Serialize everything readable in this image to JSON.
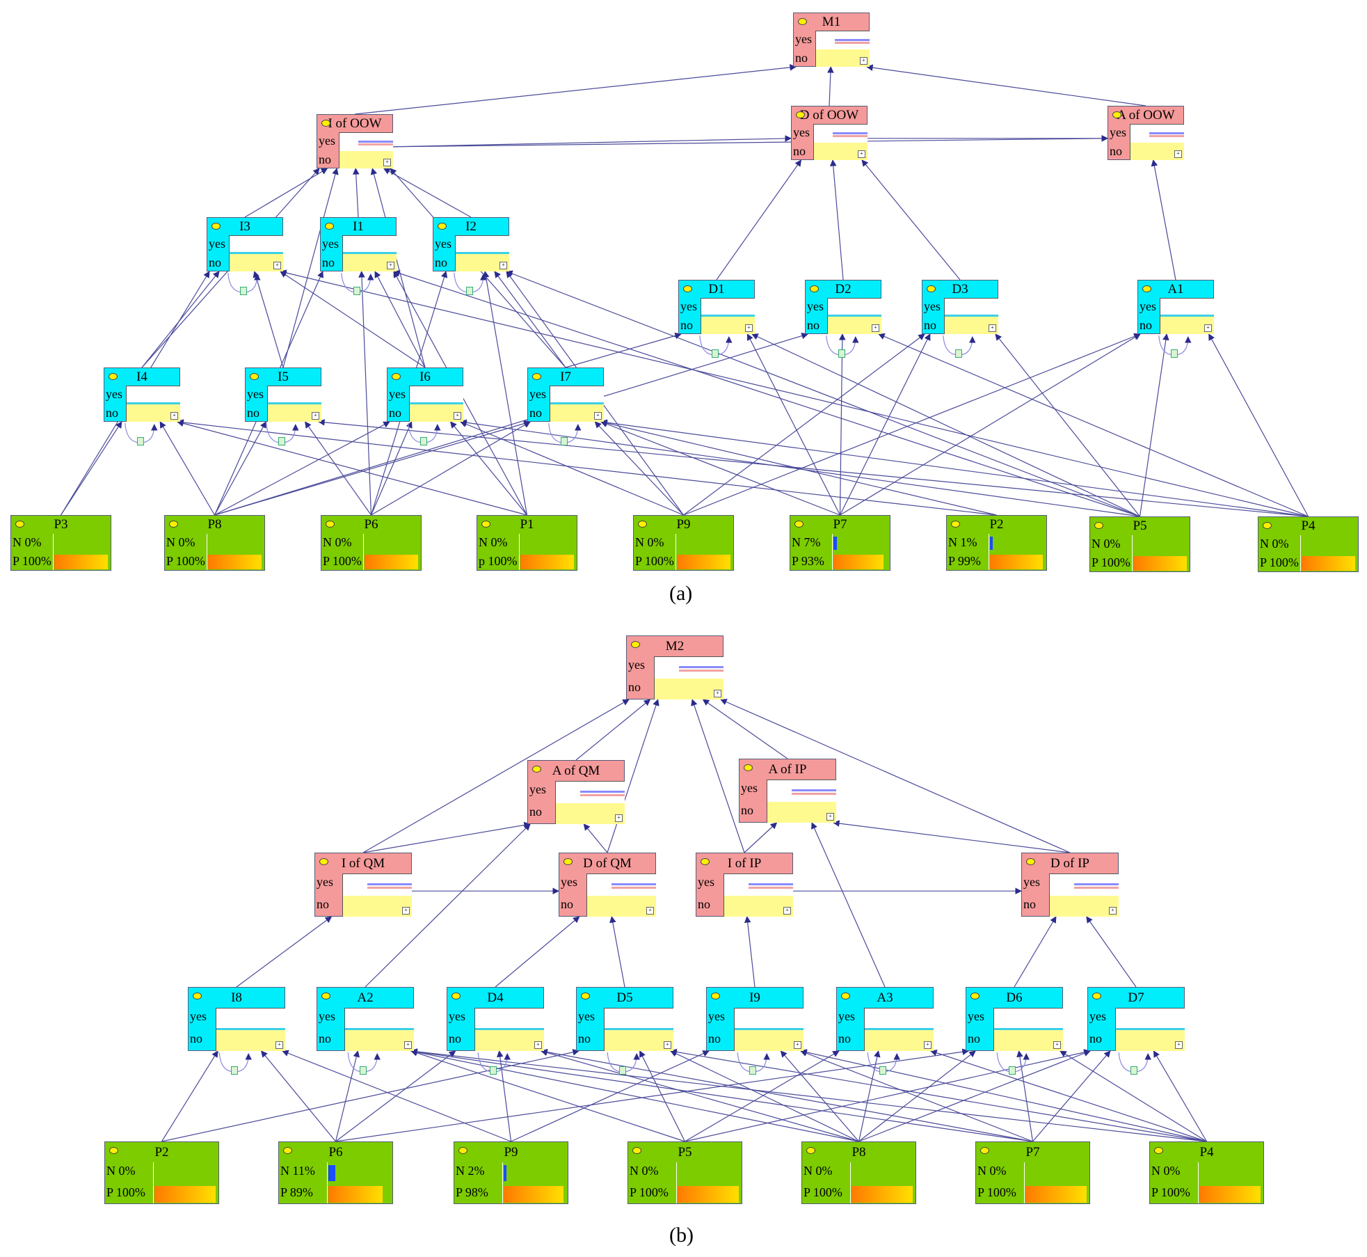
{
  "captions": {
    "a": "(a)",
    "b": "(b)"
  },
  "colors": {
    "summary": "#f49a9a",
    "indicator": "#00eefc",
    "parameter": "#7ccc00",
    "edge": "#3f3f8f"
  },
  "state_labels": {
    "yes": "yes",
    "no": "no",
    "n": "N",
    "p": "P",
    "p_lower": "p"
  },
  "nodes": [
    {
      "id": "M1",
      "label": "M1",
      "kind": "summary"
    },
    {
      "id": "IOOW",
      "label": "I of OOW",
      "kind": "summary"
    },
    {
      "id": "DOOW",
      "label": "D of OOW",
      "kind": "summary"
    },
    {
      "id": "AOOW",
      "label": "A of OOW",
      "kind": "summary"
    },
    {
      "id": "I3",
      "label": "I3",
      "kind": "indicator"
    },
    {
      "id": "I1",
      "label": "I1",
      "kind": "indicator"
    },
    {
      "id": "I2",
      "label": "I2",
      "kind": "indicator"
    },
    {
      "id": "D1",
      "label": "D1",
      "kind": "indicator"
    },
    {
      "id": "D2",
      "label": "D2",
      "kind": "indicator"
    },
    {
      "id": "D3",
      "label": "D3",
      "kind": "indicator"
    },
    {
      "id": "A1",
      "label": "A1",
      "kind": "indicator"
    },
    {
      "id": "I4",
      "label": "I4",
      "kind": "indicator"
    },
    {
      "id": "I5",
      "label": "I5",
      "kind": "indicator"
    },
    {
      "id": "I6",
      "label": "I6",
      "kind": "indicator"
    },
    {
      "id": "I7",
      "label": "I7",
      "kind": "indicator"
    },
    {
      "id": "aP3",
      "label": "P3",
      "kind": "param",
      "n": "0%",
      "p": "100%",
      "nval": 0
    },
    {
      "id": "aP8",
      "label": "P8",
      "kind": "param",
      "n": "0%",
      "p": "100%",
      "nval": 0
    },
    {
      "id": "aP6",
      "label": "P6",
      "kind": "param",
      "n": "0%",
      "p": "100%",
      "nval": 0
    },
    {
      "id": "aP1",
      "label": "P1",
      "kind": "param",
      "n": "0%",
      "p": "100%",
      "nval": 0,
      "plower": true
    },
    {
      "id": "aP9",
      "label": "P9",
      "kind": "param",
      "n": "0%",
      "p": "100%",
      "nval": 0
    },
    {
      "id": "aP7",
      "label": "P7",
      "kind": "param",
      "n": "7%",
      "p": "93%",
      "nval": 0.07
    },
    {
      "id": "aP2",
      "label": "P2",
      "kind": "param",
      "n": "1%",
      "p": "99%",
      "nval": 0.01
    },
    {
      "id": "aP5",
      "label": "P5",
      "kind": "param",
      "n": "0%",
      "p": "100%",
      "nval": 0
    },
    {
      "id": "aP4",
      "label": "P4",
      "kind": "param",
      "n": "0%",
      "p": "100%",
      "nval": 0
    },
    {
      "id": "M2",
      "label": "M2",
      "kind": "summary"
    },
    {
      "id": "AQM",
      "label": "A of QM",
      "kind": "summary"
    },
    {
      "id": "AIP",
      "label": "A of IP",
      "kind": "summary"
    },
    {
      "id": "IQM",
      "label": "I of QM",
      "kind": "summary"
    },
    {
      "id": "DQM",
      "label": "D of QM",
      "kind": "summary"
    },
    {
      "id": "IIP",
      "label": "I of IP",
      "kind": "summary"
    },
    {
      "id": "DIP",
      "label": "D of IP",
      "kind": "summary"
    },
    {
      "id": "I8",
      "label": "I8",
      "kind": "indicator"
    },
    {
      "id": "A2",
      "label": "A2",
      "kind": "indicator"
    },
    {
      "id": "D4",
      "label": "D4",
      "kind": "indicator"
    },
    {
      "id": "D5",
      "label": "D5",
      "kind": "indicator"
    },
    {
      "id": "I9",
      "label": "I9",
      "kind": "indicator"
    },
    {
      "id": "A3",
      "label": "A3",
      "kind": "indicator"
    },
    {
      "id": "D6",
      "label": "D6",
      "kind": "indicator"
    },
    {
      "id": "D7",
      "label": "D7",
      "kind": "indicator"
    },
    {
      "id": "bP2",
      "label": "P2",
      "kind": "param",
      "n": "0%",
      "p": "100%",
      "nval": 0
    },
    {
      "id": "bP6",
      "label": "P6",
      "kind": "param",
      "n": "11%",
      "p": "89%",
      "nval": 0.11
    },
    {
      "id": "bP9",
      "label": "P9",
      "kind": "param",
      "n": "2%",
      "p": "98%",
      "nval": 0.02
    },
    {
      "id": "bP5",
      "label": "P5",
      "kind": "param",
      "n": "0%",
      "p": "100%",
      "nval": 0
    },
    {
      "id": "bP8",
      "label": "P8",
      "kind": "param",
      "n": "0%",
      "p": "100%",
      "nval": 0
    },
    {
      "id": "bP7",
      "label": "P7",
      "kind": "param",
      "n": "0%",
      "p": "100%",
      "nval": 0
    },
    {
      "id": "bP4",
      "label": "P4",
      "kind": "param",
      "n": "0%",
      "p": "100%",
      "nval": 0
    }
  ],
  "edges": [
    [
      "IOOW",
      "M1"
    ],
    [
      "DOOW",
      "M1"
    ],
    [
      "AOOW",
      "M1"
    ],
    [
      "IOOW",
      "DOOW"
    ],
    [
      "IOOW",
      "AOOW"
    ],
    [
      "DOOW",
      "AOOW"
    ],
    [
      "I3",
      "IOOW"
    ],
    [
      "I1",
      "IOOW"
    ],
    [
      "I2",
      "IOOW"
    ],
    [
      "I4",
      "IOOW"
    ],
    [
      "I5",
      "IOOW"
    ],
    [
      "I6",
      "IOOW"
    ],
    [
      "I7",
      "IOOW"
    ],
    [
      "D1",
      "DOOW"
    ],
    [
      "D2",
      "DOOW"
    ],
    [
      "D3",
      "DOOW"
    ],
    [
      "A1",
      "AOOW"
    ],
    [
      "I4",
      "I3"
    ],
    [
      "I5",
      "I3"
    ],
    [
      "I6",
      "I3"
    ],
    [
      "aP3",
      "I3"
    ],
    [
      "aP8",
      "I1"
    ],
    [
      "aP6",
      "I1"
    ],
    [
      "I6",
      "I1"
    ],
    [
      "aP1",
      "I1"
    ],
    [
      "aP6",
      "I2"
    ],
    [
      "aP1",
      "I2"
    ],
    [
      "I7",
      "I2"
    ],
    [
      "aP9",
      "I2"
    ],
    [
      "aP5",
      "I2"
    ],
    [
      "aP4",
      "I3"
    ],
    [
      "aP5",
      "I1"
    ],
    [
      "I7",
      "D1"
    ],
    [
      "aP7",
      "D1"
    ],
    [
      "aP5",
      "D1"
    ],
    [
      "aP8",
      "D2"
    ],
    [
      "aP7",
      "D2"
    ],
    [
      "aP4",
      "D2"
    ],
    [
      "aP9",
      "D3"
    ],
    [
      "aP7",
      "D3"
    ],
    [
      "aP5",
      "D3"
    ],
    [
      "aP9",
      "A1"
    ],
    [
      "aP7",
      "A1"
    ],
    [
      "aP5",
      "A1"
    ],
    [
      "aP4",
      "A1"
    ],
    [
      "aP3",
      "I4"
    ],
    [
      "aP8",
      "I4"
    ],
    [
      "aP1",
      "I4"
    ],
    [
      "aP2",
      "I4"
    ],
    [
      "aP8",
      "I5"
    ],
    [
      "aP6",
      "I5"
    ],
    [
      "aP4",
      "I5"
    ],
    [
      "aP8",
      "I6"
    ],
    [
      "aP6",
      "I6"
    ],
    [
      "aP1",
      "I6"
    ],
    [
      "aP9",
      "I6"
    ],
    [
      "aP5",
      "I6"
    ],
    [
      "aP8",
      "I7"
    ],
    [
      "aP6",
      "I7"
    ],
    [
      "aP9",
      "I7"
    ],
    [
      "aP7",
      "I7"
    ],
    [
      "aP4",
      "I7"
    ],
    [
      "aP2",
      "I7"
    ],
    [
      "AQM",
      "M2"
    ],
    [
      "AIP",
      "M2"
    ],
    [
      "IQM",
      "M2"
    ],
    [
      "DQM",
      "M2"
    ],
    [
      "IIP",
      "M2"
    ],
    [
      "DIP",
      "M2"
    ],
    [
      "IQM",
      "AQM"
    ],
    [
      "DQM",
      "AQM"
    ],
    [
      "A2",
      "AQM"
    ],
    [
      "IIP",
      "AIP"
    ],
    [
      "DIP",
      "AIP"
    ],
    [
      "A3",
      "AIP"
    ],
    [
      "IQM",
      "DQM"
    ],
    [
      "IIP",
      "DIP"
    ],
    [
      "I8",
      "IQM"
    ],
    [
      "D4",
      "DQM"
    ],
    [
      "D5",
      "DQM"
    ],
    [
      "I9",
      "IIP"
    ],
    [
      "D6",
      "DIP"
    ],
    [
      "D7",
      "DIP"
    ],
    [
      "bP2",
      "I8"
    ],
    [
      "bP6",
      "I8"
    ],
    [
      "bP9",
      "I8"
    ],
    [
      "bP6",
      "A2"
    ],
    [
      "bP5",
      "A2"
    ],
    [
      "bP8",
      "A2"
    ],
    [
      "bP7",
      "A2"
    ],
    [
      "bP4",
      "A2"
    ],
    [
      "bP6",
      "D4"
    ],
    [
      "bP9",
      "D4"
    ],
    [
      "bP8",
      "D4"
    ],
    [
      "bP7",
      "D4"
    ],
    [
      "bP2",
      "D5"
    ],
    [
      "bP5",
      "D5"
    ],
    [
      "bP8",
      "D5"
    ],
    [
      "bP4",
      "D5"
    ],
    [
      "bP9",
      "I9"
    ],
    [
      "bP8",
      "I9"
    ],
    [
      "bP7",
      "I9"
    ],
    [
      "bP4",
      "I9"
    ],
    [
      "bP5",
      "A3"
    ],
    [
      "bP8",
      "A3"
    ],
    [
      "bP4",
      "A3"
    ],
    [
      "bP6",
      "D6"
    ],
    [
      "bP8",
      "D6"
    ],
    [
      "bP7",
      "D6"
    ],
    [
      "bP4",
      "D6"
    ],
    [
      "bP5",
      "D7"
    ],
    [
      "bP8",
      "D7"
    ],
    [
      "bP7",
      "D7"
    ],
    [
      "bP4",
      "D7"
    ]
  ]
}
